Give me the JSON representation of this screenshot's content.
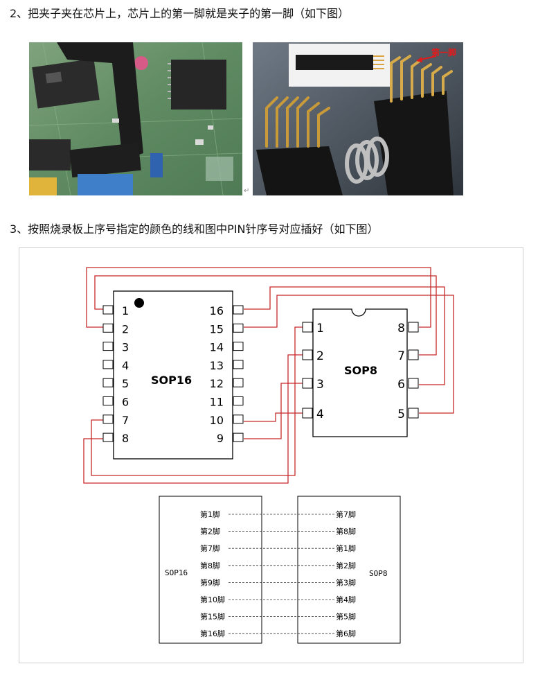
{
  "headings": {
    "step2": "2、把夹子夹在芯片上，芯片上的第一脚就是夹子的第一脚（如下图）",
    "step3": "3、按照烧录板上序号指定的颜色的线和图中PIN针序号对应插好（如下图）"
  },
  "photos": {
    "clip_label": "第一脚"
  },
  "sop16": {
    "name": "SOP16",
    "left_pins": [
      "1",
      "2",
      "3",
      "4",
      "5",
      "6",
      "7",
      "8"
    ],
    "right_pins": [
      "16",
      "15",
      "14",
      "13",
      "12",
      "11",
      "10",
      "9"
    ]
  },
  "sop8": {
    "name": "SOP8",
    "left_pins": [
      "1",
      "2",
      "3",
      "4"
    ],
    "right_pins": [
      "8",
      "7",
      "6",
      "5"
    ]
  },
  "mapping": {
    "sop16_label": "SOP16",
    "sop8_label": "SOP8",
    "rows": [
      {
        "left": "第1脚",
        "right": "第7脚"
      },
      {
        "left": "第2脚",
        "right": "第8脚"
      },
      {
        "left": "第7脚",
        "right": "第1脚"
      },
      {
        "left": "第8脚",
        "right": "第2脚"
      },
      {
        "left": "第9脚",
        "right": "第3脚"
      },
      {
        "left": "第10脚",
        "right": "第4脚"
      },
      {
        "left": "第15脚",
        "right": "第5脚"
      },
      {
        "left": "第16脚",
        "right": "第6脚"
      }
    ]
  },
  "colors": {
    "wire": "#c62828",
    "outline": "#000000",
    "dash": "#333333"
  }
}
